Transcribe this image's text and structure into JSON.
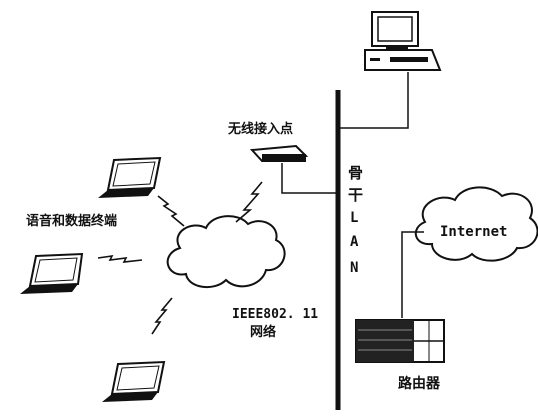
{
  "labels": {
    "access_point": "无线接入点",
    "terminals": "语音和数据终端",
    "backbone": [
      "骨",
      "干",
      "L",
      "A",
      "N"
    ],
    "ieee_line1": "IEEE802. 11",
    "ieee_line2": "网络",
    "internet": "Internet",
    "router": "路由器"
  },
  "icons": {
    "desktop": "desktop-computer-icon",
    "access_point": "access-point-icon",
    "laptop": "laptop-icon",
    "router": "router-icon",
    "cloud": "cloud-icon",
    "wireless": "lightning-bolt-icon"
  }
}
